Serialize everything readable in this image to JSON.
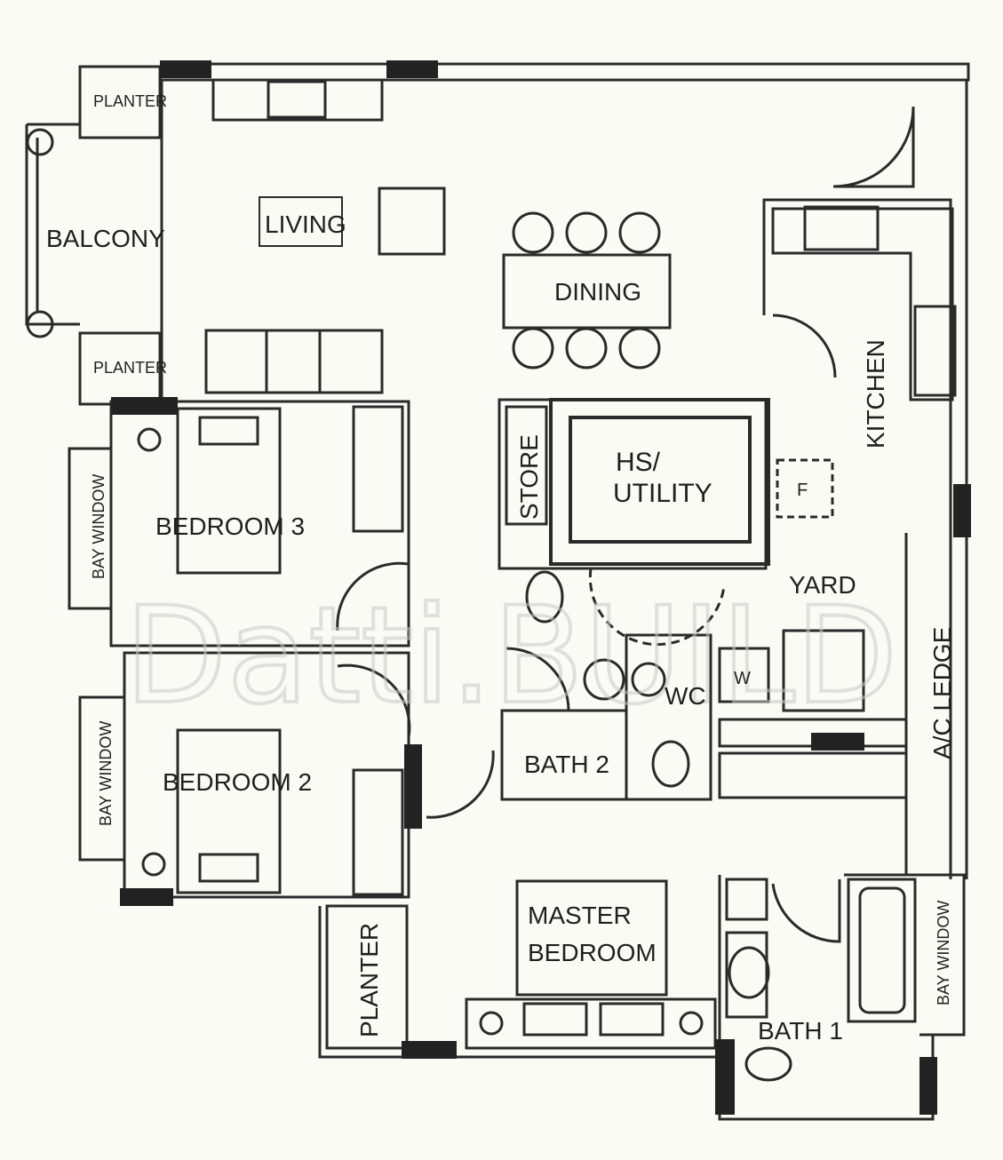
{
  "rooms": {
    "balcony": "BALCONY",
    "planter_top": "PLANTER",
    "planter_bottom": "PLANTER",
    "living": "LIVING",
    "dining": "DINING",
    "kitchen": "KITCHEN",
    "store": "STORE",
    "hs_utility_line1": "HS/",
    "hs_utility_line2": "UTILITY",
    "yard": "YARD",
    "wc": "WC",
    "washer": "W",
    "fridge": "F",
    "ac_ledge": "A/C LEDGE",
    "bedroom3": "BEDROOM 3",
    "bedroom2": "BEDROOM 2",
    "bath2": "BATH 2",
    "bay_window_bedroom3": "BAY WINDOW",
    "bay_window_bedroom2": "BAY WINDOW",
    "bay_window_master": "BAY WINDOW",
    "planter_master": "PLANTER",
    "master_bedroom_line1": "MASTER",
    "master_bedroom_line2": "BEDROOM",
    "bath1": "BATH 1"
  },
  "watermark": "Datti.BUILD"
}
